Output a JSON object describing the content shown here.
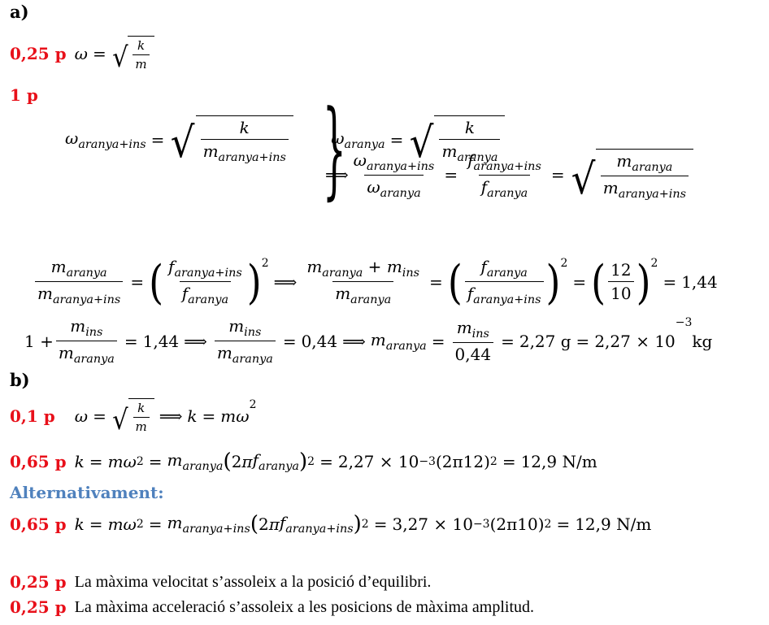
{
  "sections": {
    "a_label": "a)",
    "b_label": "b)"
  },
  "points": {
    "p1": "0,25 p",
    "p2": "1 p",
    "p3": "0,1 p",
    "p4": "0,65 p",
    "p5": "0,65 p",
    "p6": "0,25 p",
    "p7": "0,25 p"
  },
  "alternative_label": "Alternativament:",
  "statements": {
    "s1": "La màxima velocitat s’assoleix a la posició d’equilibri.",
    "s2": "La màxima acceleració s’assoleix a les posicions de màxima amplitud."
  },
  "values": {
    "ratio_result": "1,44",
    "ratio_mins": "0,44",
    "mass_g": "2,27 g",
    "mass_kg": "2,27 × 10",
    "k_result": "12,9 N/m",
    "num12": "12",
    "num10": "10",
    "num3_27": "3,27 × 10"
  },
  "colors": {
    "points_red": "#e8101a",
    "alternative_blue": "#4f81bd"
  }
}
